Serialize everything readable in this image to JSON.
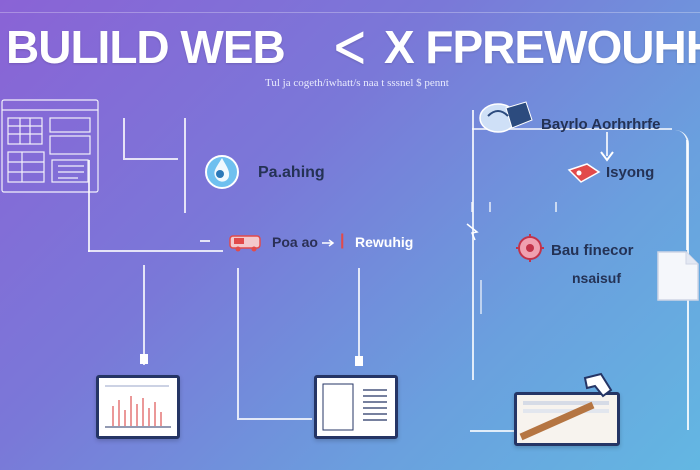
{
  "title": {
    "part1": "BULILD WEB",
    "symbol": "ᐸ",
    "part2": "X FPREWOUHH"
  },
  "subtitle": "Tul ja cogeth/iwhatt/s naa t sssnel  $ pennt",
  "left_nodes": {
    "node1_label": "Pa.ahing",
    "node2_label_a": "Poa ao",
    "node2_sep": "|",
    "node2_label_b": "Rewuhig"
  },
  "right_nodes": {
    "top_label": "Bayrlo Aorhrhrfe",
    "mid_label": "Isyong",
    "low_label_a": "Bau finecor",
    "low_label_b": "nsaisuf"
  },
  "colors": {
    "bg_start": "#8a63d6",
    "bg_end": "#63b7e2",
    "card_border": "#253565",
    "label_text": "#243255",
    "accent_red": "#e24a4a"
  },
  "icons": [
    "wireframe-icon",
    "water-drop-icon",
    "car-icon",
    "arrow-icon",
    "book-icon",
    "gear-icon",
    "hammer-icon",
    "document-icon",
    "chart-card-icon",
    "list-card-icon",
    "pin-icon"
  ]
}
